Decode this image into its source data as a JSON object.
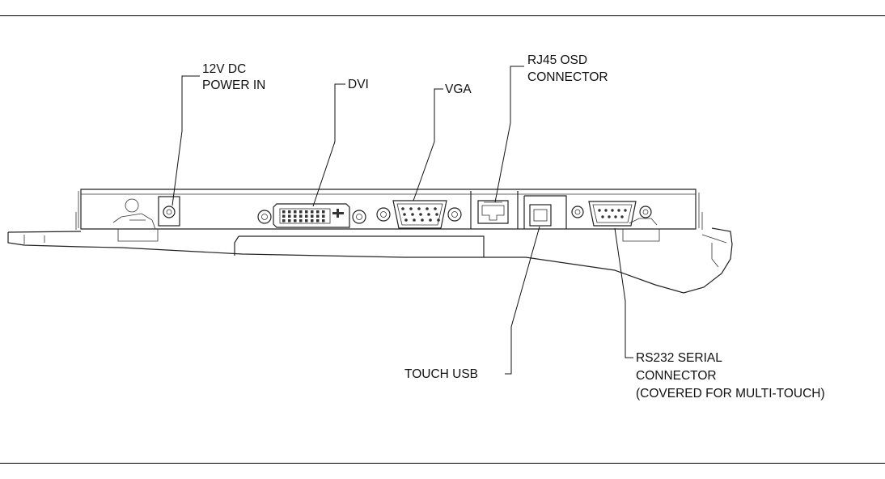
{
  "labels": {
    "power": [
      "12V DC",
      "POWER IN"
    ],
    "dvi": "DVI",
    "vga": "VGA",
    "rj45": [
      "RJ45 OSD",
      "CONNECTOR"
    ],
    "touch_usb": "TOUCH USB",
    "rs232": [
      "RS232 SERIAL",
      "CONNECTOR",
      "(COVERED FOR MULTI-TOUCH)"
    ]
  }
}
